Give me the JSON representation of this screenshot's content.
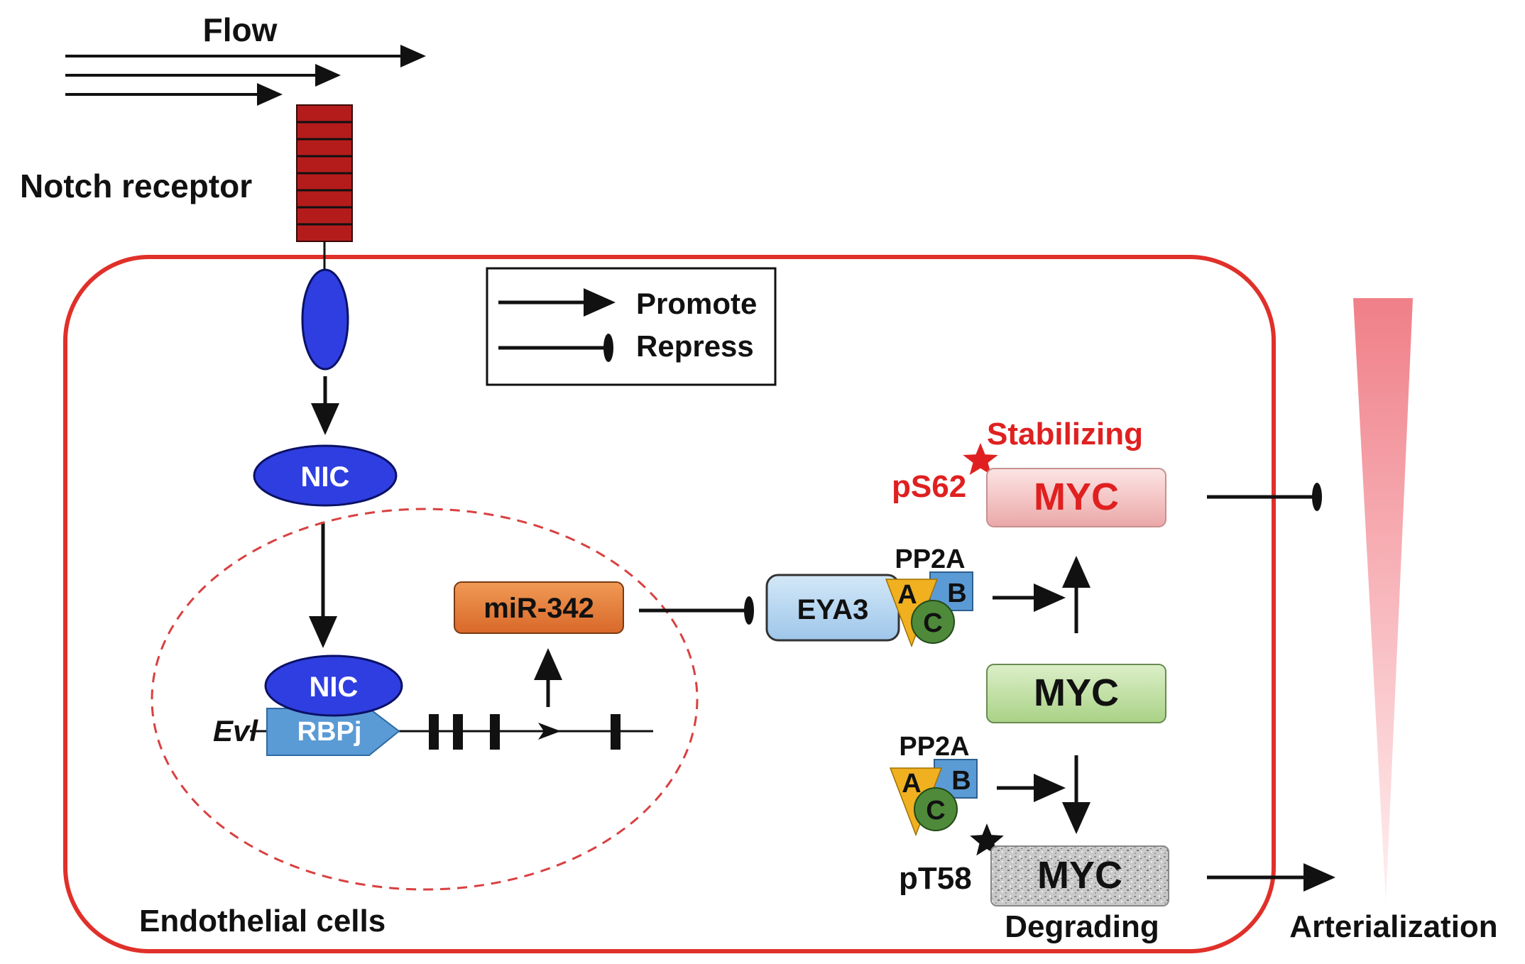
{
  "diagram": {
    "flow_label": "Flow",
    "notch_receptor_label": "Notch receptor",
    "legend": {
      "promote": "Promote",
      "repress": "Repress"
    },
    "nic_top": "NIC",
    "nic_nucleus": "NIC",
    "rbpj": "RBPj",
    "evl": "Evl",
    "mir": "miR-342",
    "eya3": "EYA3",
    "pp2a_top": {
      "title": "PP2A",
      "a": "A",
      "b": "B",
      "c": "C"
    },
    "pp2a_bottom": {
      "title": "PP2A",
      "a": "A",
      "b": "B",
      "c": "C"
    },
    "stabilizing": "Stabilizing",
    "ps62": "pS62",
    "myc_stable": "MYC",
    "myc_mid": "MYC",
    "myc_degrading": "MYC",
    "pt58": "pT58",
    "degrading": "Degrading",
    "endothelial": "Endothelial cells",
    "arterialization": "Arterialization",
    "colors": {
      "cell_border": "#e0302a",
      "nucleus_border": "#d94040",
      "receptor": "#b41c1c",
      "nic_blue": "#2f3ee0",
      "rbpj_blue": "#5b9bd5",
      "mir_orange": "#e57a30",
      "eya3_blue": "#b7d7f2",
      "myc_red_text": "#e02020",
      "myc_stable_fill": "#f6caca",
      "myc_mid_fill": "#c2e0a4",
      "myc_degrade_fill": "#c8c8c8",
      "pp2a_a": "#f0b020",
      "pp2a_b": "#5b9bd5",
      "pp2a_c": "#4e8a3a",
      "gradient_pink": "#f08a90"
    }
  }
}
